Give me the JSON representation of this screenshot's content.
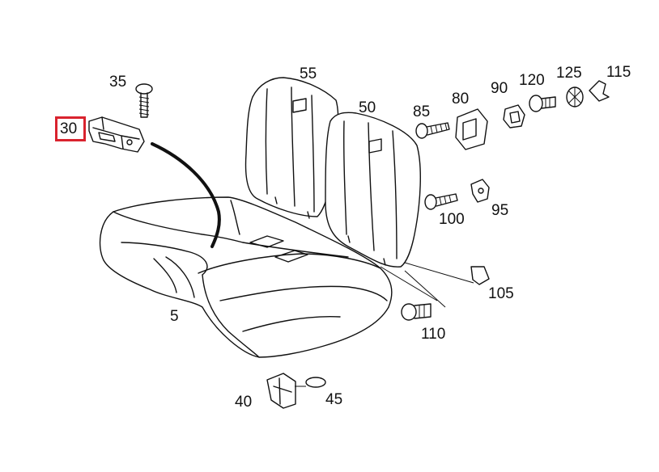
{
  "diagram": {
    "highlight_color": "#d9232e",
    "highlighted_part": "30",
    "callouts": [
      {
        "id": "5",
        "text": "5"
      },
      {
        "id": "30",
        "text": "30"
      },
      {
        "id": "35",
        "text": "35"
      },
      {
        "id": "40",
        "text": "40"
      },
      {
        "id": "45",
        "text": "45"
      },
      {
        "id": "50",
        "text": "50"
      },
      {
        "id": "55",
        "text": "55"
      },
      {
        "id": "80",
        "text": "80"
      },
      {
        "id": "85",
        "text": "85"
      },
      {
        "id": "90",
        "text": "90"
      },
      {
        "id": "95",
        "text": "95"
      },
      {
        "id": "100",
        "text": "100"
      },
      {
        "id": "105",
        "text": "105"
      },
      {
        "id": "110",
        "text": "110"
      },
      {
        "id": "115",
        "text": "115"
      },
      {
        "id": "120",
        "text": "120"
      },
      {
        "id": "125",
        "text": "125"
      }
    ]
  }
}
